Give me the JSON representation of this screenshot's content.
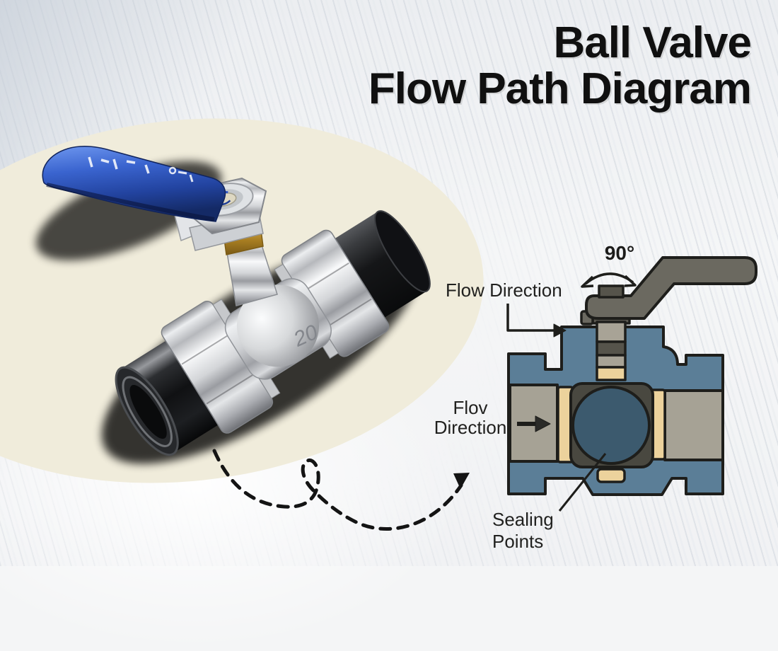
{
  "title": {
    "line1": "Ball Valve",
    "line2": "Flow Path Diagram"
  },
  "photo": {
    "description": "nickel-plated brass ball valve with blue lever handle and black PE pipe union ends",
    "body_stamp": "20"
  },
  "diagram": {
    "angle_label": "90°",
    "flow_top": {
      "label": "Flow Direction"
    },
    "flow_left": {
      "line1": "Flov",
      "line2": "Direction"
    },
    "sealing": {
      "line1": "Sealing",
      "line2": "Points"
    }
  },
  "colors": {
    "background": "#f4f5f6",
    "cream_ellipse": "#f0ecdb",
    "title_text": "#101010",
    "label_text": "#21211f",
    "outline": "#1e1e1b",
    "diagram_body_blue": "#5b7e97",
    "diagram_ball_blue": "#3c5a6e",
    "diagram_seat_tan": "#ecd29c",
    "diagram_pipe_gray": "#a6a295",
    "diagram_cage_dark": "#494840",
    "diagram_handle_gray": "#6b6960",
    "photo_handle_blue": "#2c55b8",
    "photo_chrome": "#d3d5d8",
    "photo_pipe_black": "#141517",
    "photo_brass": "#a97f22"
  }
}
